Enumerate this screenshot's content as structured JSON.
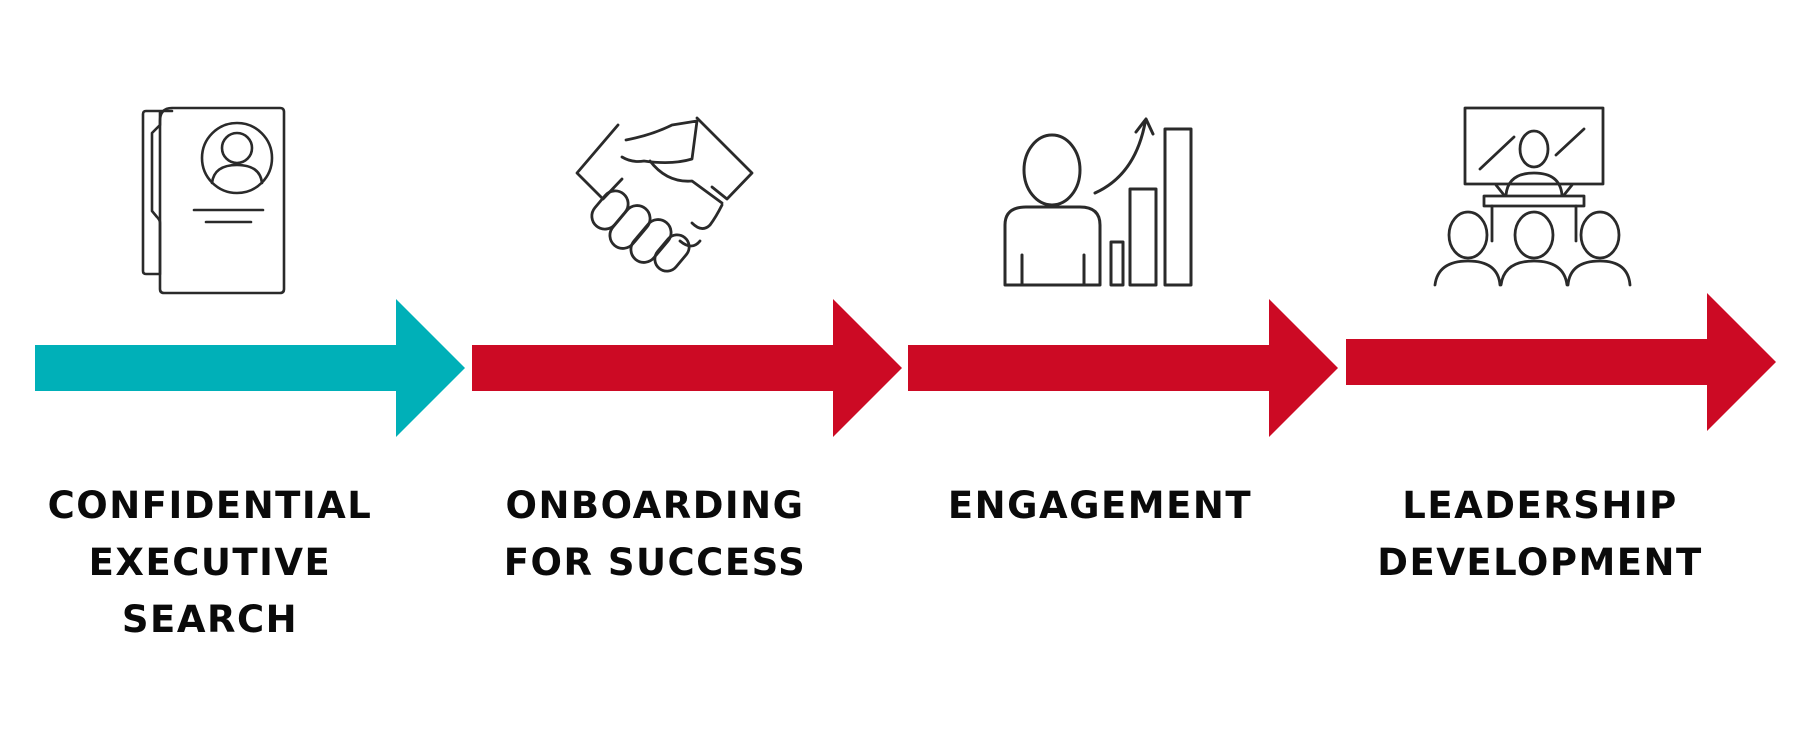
{
  "colors": {
    "teal": "#00b0b8",
    "red": "#cc0a24",
    "icon_stroke": "#2a2a2a",
    "text": "#0a0a0a",
    "background": "#ffffff"
  },
  "steps": [
    {
      "icon": "resume-folder-icon",
      "arrow_color": "teal",
      "label_lines": [
        "CONFIDENTIAL",
        "EXECUTIVE",
        "SEARCH"
      ]
    },
    {
      "icon": "handshake-icon",
      "arrow_color": "red",
      "label_lines": [
        "ONBOARDING",
        "FOR SUCCESS"
      ]
    },
    {
      "icon": "person-growth-chart-icon",
      "arrow_color": "red",
      "label_lines": [
        "ENGAGEMENT"
      ]
    },
    {
      "icon": "presentation-audience-icon",
      "arrow_color": "red",
      "label_lines": [
        "LEADERSHIP",
        "DEVELOPMENT"
      ]
    }
  ]
}
